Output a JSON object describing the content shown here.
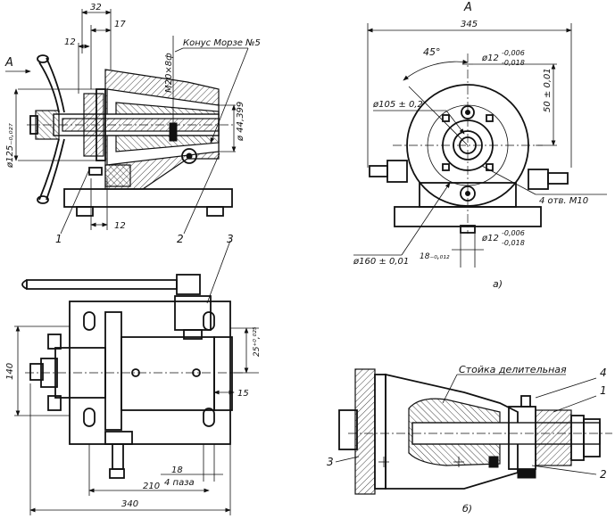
{
  "top_left_view": {
    "view_arrow": "A",
    "dim_32": "32",
    "dim_17": "17",
    "dim_12_top": "12",
    "thread": "M20×8ф",
    "taper": "Конус Морзе №5",
    "dia_125": "ø125₋₀,₀₂₇",
    "dia_44": "ø 44,399",
    "dim_12_bottom": "12",
    "callout_1": "1",
    "callout_2": "2"
  },
  "top_right_view": {
    "view_label": "A",
    "dim_345": "345",
    "angle_45": "45°",
    "dia_12_top": "ø12",
    "tol_12_top_upper": "-0,006",
    "tol_12_top_lower": "-0,018",
    "dia_105": "ø105 ± 0,2",
    "dim_50": "50 ± 0,01",
    "holes": "4 отв. М10",
    "dia_160": "ø160 ± 0,01",
    "dim_18": "18₋₀,₀₁₂",
    "dia_12_bottom": "ø12",
    "tol_12_bottom_upper": "-0,006",
    "tol_12_bottom_lower": "-0,018",
    "sub_label": "а)"
  },
  "bottom_left_view": {
    "callout_3": "3",
    "dim_25": "25⁺⁰,⁰²⁵",
    "dim_140": "140",
    "dim_15": "15",
    "dim_18": "18",
    "slots": "4 паза",
    "dim_210": "210",
    "dim_340": "340"
  },
  "bottom_right_view": {
    "stand_label": "Стойка делительная",
    "callout_4": "4",
    "callout_1": "1",
    "callout_3": "3",
    "callout_2": "2",
    "sub_label": "б)"
  }
}
